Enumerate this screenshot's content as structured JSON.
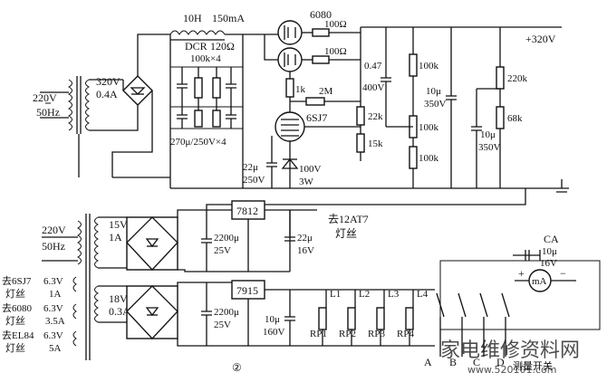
{
  "hv_supply": {
    "input": "220V",
    "freq": "50Hz",
    "sec_voltage": "320V",
    "sec_current": "0.4A",
    "choke": "10H",
    "choke_current": "150mA",
    "dcr_label": "DCR",
    "dcr_value": "120Ω",
    "res_bank": "100k×4",
    "cap_bank": "270μ/250V×4",
    "output": "+320V"
  },
  "amp": {
    "tube_6080": "6080",
    "r_6080_a": "100Ω",
    "r_6080_b": "100Ω",
    "cap_047": "0.47",
    "cap_047_v": "400V",
    "r_1k": "1k",
    "r_2m": "2M",
    "r_22k": "22k",
    "tube_6sj7": "6SJ7",
    "r_15k": "15k",
    "cap_22u": "22μ",
    "cap_22u_v": "250V",
    "zener_v": "100V",
    "zener_w": "3W",
    "r_100k_a": "100k",
    "r_100k_b": "100k",
    "r_100k_c": "100k",
    "cap_10u_a": "10μ",
    "cap_10u_a_v": "350V",
    "r_220k": "220k",
    "r_68k": "68k",
    "cap_10u_b": "10μ",
    "cap_10u_b_v": "350V"
  },
  "heater": {
    "input": "220V",
    "freq": "50Hz",
    "sec1_v": "15V",
    "sec1_a": "1A",
    "reg1": "7812",
    "cap1": "2200μ",
    "cap1_v": "25V",
    "cap2": "22μ",
    "cap2_v": "16V",
    "dest1": "去12AT7",
    "dest1_sub": "灯丝",
    "sec2_v": "18V",
    "sec2_a": "0.3A",
    "reg2": "7915",
    "cap3": "2200μ",
    "cap3_v": "25V",
    "cap4": "10μ",
    "cap4_v": "160V",
    "loads": [
      "L1",
      "L2",
      "L3",
      "L4"
    ],
    "pots": [
      "RP1",
      "RP2",
      "RP3",
      "RP4"
    ],
    "fil1_name": "去6SJ7",
    "fil1_sub": "灯丝",
    "fil1_v": "6.3V",
    "fil1_a": "1A",
    "fil2_name": "去6080",
    "fil2_sub": "灯丝",
    "fil2_v": "6.3V",
    "fil2_a": "3.5A",
    "fil3_name": "去EL84",
    "fil3_sub": "灯丝",
    "fil3_v": "6.3V",
    "fil3_a": "5A"
  },
  "meter": {
    "ca": "CA",
    "ca_val": "10μ",
    "ca_v": "16V",
    "label": "mA",
    "switch_labels": [
      "A",
      "B",
      "C",
      "D"
    ],
    "caption": "测量开关"
  },
  "figure_no": "②",
  "watermark": "家电维修资料网",
  "watermark_url": "www.520101.com"
}
